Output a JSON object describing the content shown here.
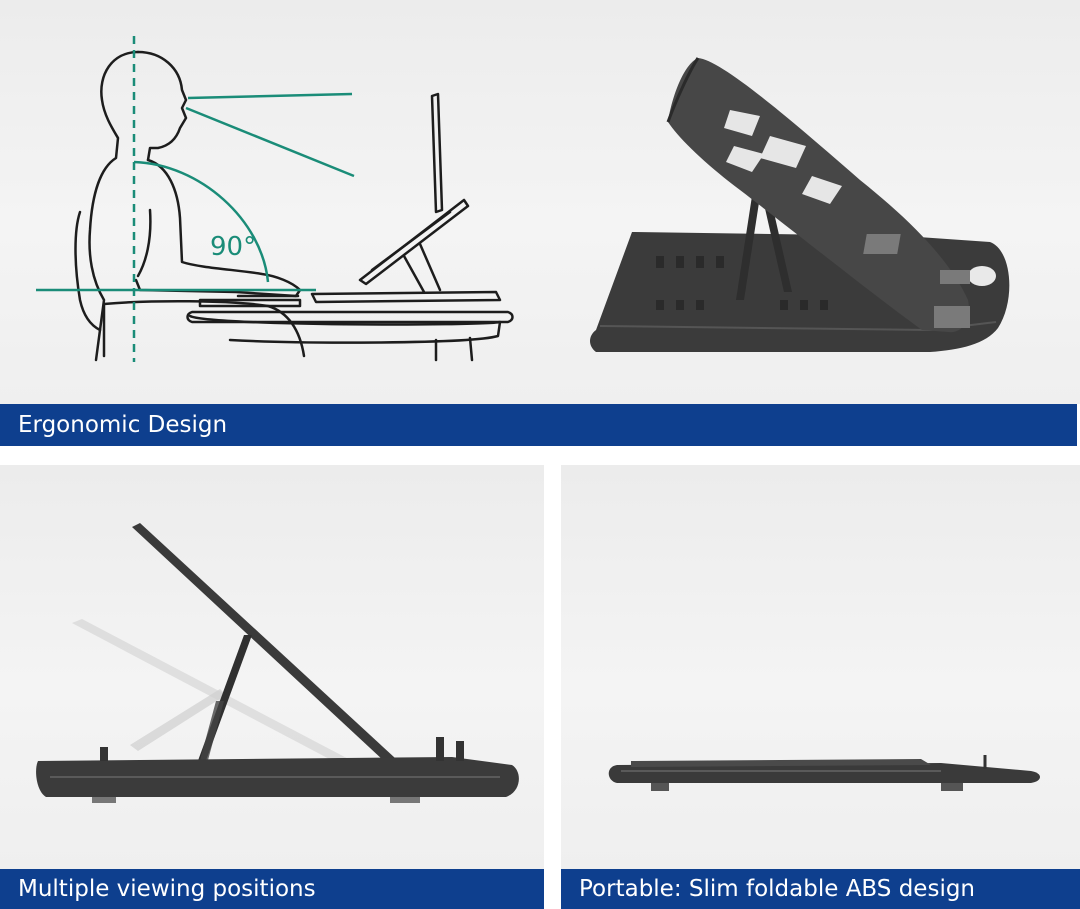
{
  "captions": {
    "top": "Ergonomic Design",
    "bottom_left": "Multiple viewing positions",
    "bottom_right": "Portable: Slim foldable ABS design"
  },
  "diagram": {
    "angle_label": "90°",
    "line_color": "#1a8c78",
    "outline_color": "#1d1d1d"
  },
  "colors": {
    "caption_bg": "#0e3f8e",
    "caption_text": "#ffffff",
    "panel_bg": "#efefef",
    "stand_color": "#3a3a3a"
  },
  "icons": [
    "ergonomic-person-illustration",
    "laptop-stand-angled-image",
    "laptop-stand-side-image",
    "laptop-stand-folded-image"
  ]
}
